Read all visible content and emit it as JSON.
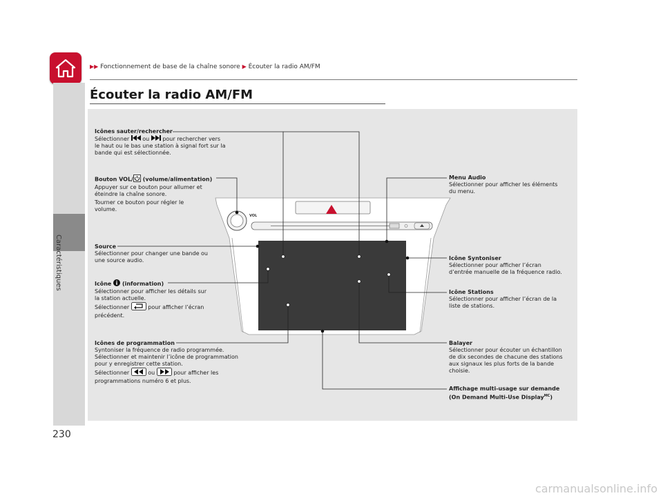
{
  "breadcrumb": {
    "part1": "Fonctionnement de base de la chaîne sonore",
    "part2": "Écouter la radio AM/FM"
  },
  "sidebar": {
    "label": "Caractéristiques"
  },
  "page": {
    "number": "230",
    "title": "Écouter la radio AM/FM"
  },
  "device": {
    "vol_label": "VOL"
  },
  "callouts": {
    "skip": {
      "heading": "Icônes sauter/rechercher",
      "text_a": "Sélectionner",
      "text_b": "ou",
      "text_c": "pour rechercher vers",
      "text_d": "le haut ou le bas une station à signal fort sur la",
      "text_e": "bande qui est sélectionnée."
    },
    "vol": {
      "heading_a": "Bouton VOL/",
      "heading_b": "(volume/alimentation)",
      "text1": "Appuyer sur ce bouton pour allumer et",
      "text2": "éteindre la chaîne sonore.",
      "text3": "Tourner ce bouton pour régler le",
      "text4": "volume."
    },
    "source": {
      "heading": "Source",
      "text1": "Sélectionner pour changer une bande ou",
      "text2": "une source audio."
    },
    "info": {
      "heading_a": "Icône",
      "heading_b": "(information)",
      "text1": "Sélectionner pour afficher les détails sur",
      "text2": "la station actuelle.",
      "text3_a": "Sélectionner",
      "text3_b": "pour afficher l’écran",
      "text4": "précédent."
    },
    "presets": {
      "heading": "Icônes de programmation",
      "text1": "Syntoniser la fréquence de radio programmée.",
      "text2": "Sélectionner et maintenir l’icône de programmation",
      "text3": "pour y enregistrer cette station.",
      "text4_a": "Sélectionner",
      "text4_b": "ou",
      "text4_c": "pour afficher les",
      "text5": "programmations numéro 6 et plus."
    },
    "menu": {
      "heading": "Menu Audio",
      "text1": "Sélectionner pour afficher les éléments",
      "text2": "du menu."
    },
    "tune": {
      "heading": "Icône Syntoniser",
      "text1": "Sélectionner pour afficher l’écran",
      "text2": "d’entrée manuelle de la fréquence radio."
    },
    "stations": {
      "heading": "Icône Stations",
      "text1": "Sélectionner pour afficher l’écran de la",
      "text2": "liste de stations."
    },
    "scan": {
      "heading": "Balayer",
      "text1": "Sélectionner pour écouter un échantillon",
      "text2": "de dix secondes de chacune des stations",
      "text3": "aux signaux les plus forts de la bande",
      "text4": "choisie."
    },
    "display": {
      "heading1": "Affichage multi-usage sur demande",
      "heading2_a": "(On Demand Multi-Use Display",
      "heading2_sup": "MC",
      "heading2_b": ")"
    }
  },
  "footer": {
    "url": "carmanualsonline.info"
  }
}
